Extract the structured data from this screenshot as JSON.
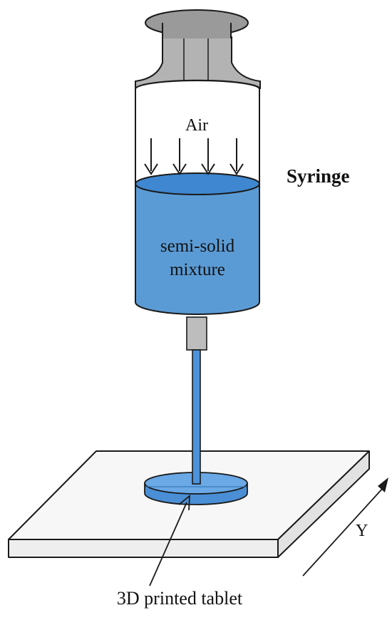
{
  "labels": {
    "air": "Air",
    "syringe": "Syringe",
    "mixture_line1": "semi-solid",
    "mixture_line2": "mixture",
    "axis": "Y",
    "tablet": "3D printed tablet"
  },
  "colors": {
    "outline": "#1a1a1a",
    "barrel_gray": "#b3b3b3",
    "plunger_gray": "#9a9a9a",
    "liquid_blue": "#5b9bd5",
    "liquid_top_blue": "#3f87d0",
    "needle_gray": "#bdbdbd",
    "platform_fill": "#f4f4f4"
  }
}
